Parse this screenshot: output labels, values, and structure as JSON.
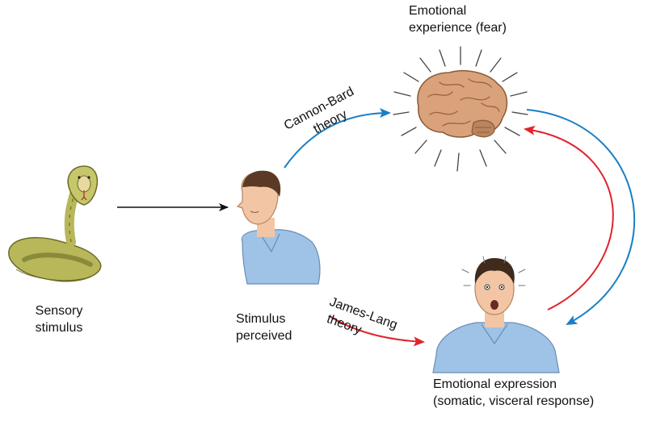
{
  "labels": {
    "emotional_experience": [
      "Emotional",
      "experience (fear)"
    ],
    "sensory_stimulus": [
      "Sensory",
      "stimulus"
    ],
    "stimulus_perceived": [
      "Stimulus",
      "perceived"
    ],
    "emotional_expression": [
      "Emotional expression",
      "(somatic, visceral response)"
    ],
    "cannon_bard": [
      "Cannon-Bard",
      "theory"
    ],
    "james_lang": [
      "James-Lang",
      "theory"
    ]
  },
  "colors": {
    "cannon_bard_arrow": "#1a7fc4",
    "james_lang_arrow": "#e0242c",
    "stimulus_arrow": "#111111",
    "snake_body": "#b8b85a",
    "brain": "#d9a27a",
    "skin": "#f2c6a4",
    "shirt": "#9fc3e6"
  },
  "icons": {
    "snake": "snake-illustration",
    "brain": "brain-illustration",
    "man_profile": "man-profile-illustration",
    "man_frightened": "frightened-man-illustration"
  }
}
